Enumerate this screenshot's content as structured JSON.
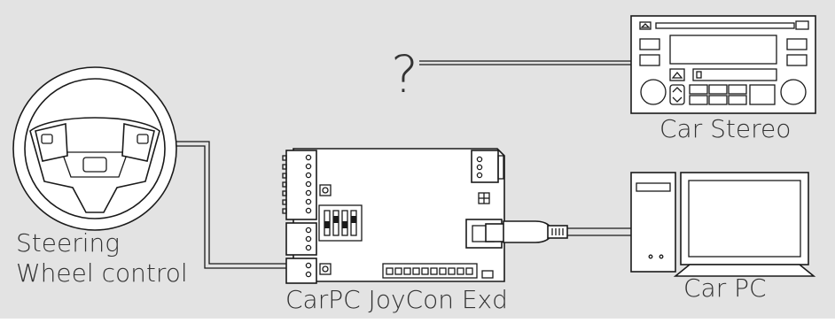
{
  "diagram": {
    "background_color": "#e3e3e3",
    "line_color": "#1a1a1a",
    "text_color": "#333333",
    "labels": {
      "question_mark": "?",
      "car_stereo": "Car Stereo",
      "steering_line1": "Steering",
      "steering_line2": "Wheel control",
      "joycon": "CarPC JoyCon Exd",
      "car_pc": "Car PC"
    },
    "icons": {
      "steering_wheel": "steering-wheel-icon",
      "car_stereo": "car-stereo-icon",
      "controller_board": "circuit-board-icon",
      "usb_connector": "usb-plug-icon",
      "computer": "desktop-computer-icon"
    }
  }
}
